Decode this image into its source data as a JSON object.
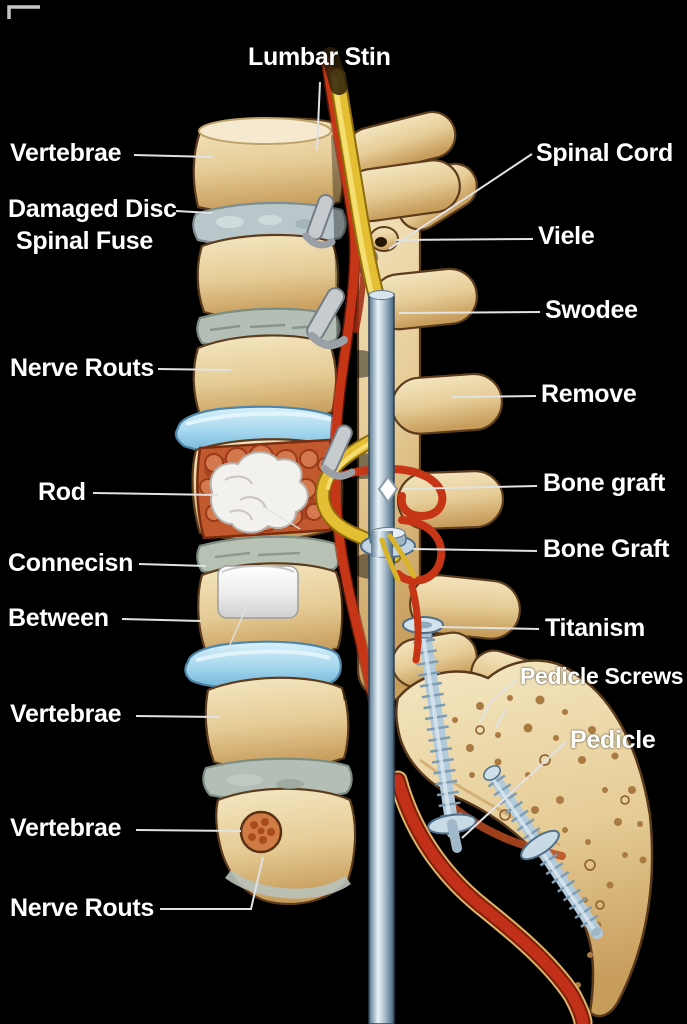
{
  "title": {
    "text": "Lumbar Stin"
  },
  "labels": {
    "left": [
      {
        "text": "Vertebrae"
      },
      {
        "text": "Damaged Disc"
      },
      {
        "text": "Spinal Fuse"
      },
      {
        "text": "Nerve Routs"
      },
      {
        "text": "Rod"
      },
      {
        "text": "Connecisn"
      },
      {
        "text": "Between"
      },
      {
        "text": "Vertebrae"
      },
      {
        "text": "Vertebrae"
      },
      {
        "text": "Nerve Routs"
      }
    ],
    "right": [
      {
        "text": "Spinal Cord"
      },
      {
        "text": "Viele"
      },
      {
        "text": "Swodee"
      },
      {
        "text": "Remove"
      },
      {
        "text": "Bone graft"
      },
      {
        "text": "Bone Graft"
      },
      {
        "text": "Titanism"
      },
      {
        "text": "Pedicle Screws"
      },
      {
        "text": "Pedicle"
      }
    ]
  },
  "colors": {
    "background": "#000000",
    "label_text": "#ffffff",
    "leader_line": "#e2e2e2",
    "bone_light": "#f4e7c2",
    "bone_mid": "#e4c990",
    "bone_dark": "#c79d5c",
    "bone_outline": "#5d3d1e",
    "disc_blue": "#a8d8ef",
    "disc_gray": "#b3bfb6",
    "disc_damaged": "#bac7ca",
    "graft_bed": "#c2592e",
    "graft_cell": "#d4794e",
    "graft_white": "#f2f1ee",
    "cord_yellow": "#e5bf33",
    "artery_red": "#c53516",
    "metal_light": "#ecf4f8",
    "metal_mid": "#9cb4c5",
    "metal_dark": "#466075",
    "screw_metal": "#b3cadb"
  }
}
